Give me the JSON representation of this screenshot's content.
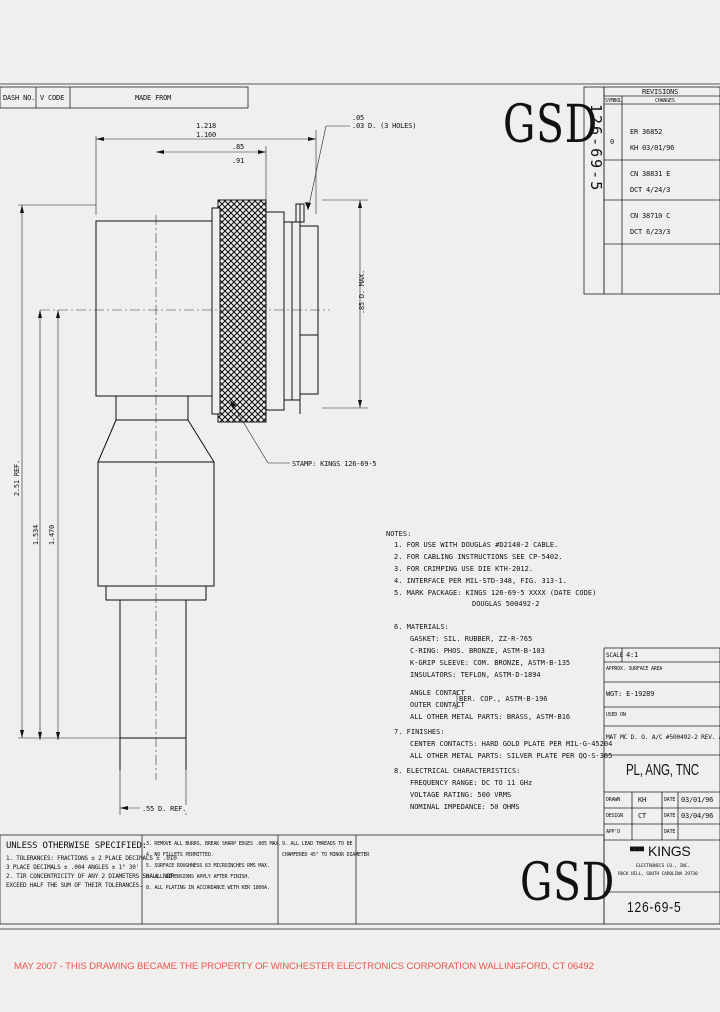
{
  "header_table": {
    "col1": "DASH NO.",
    "col2": "V CODE",
    "col3": "MADE FROM"
  },
  "logo_top": "GSD",
  "logo_bottom": "GSD",
  "part_number_vertical": "126-69-5",
  "dimensions": {
    "width_top_a": "1.218",
    "width_top_b": "1.160",
    "width_mid_a": ".85",
    "width_mid_b": ".91",
    "holes_a": ".05",
    "holes_b": ".03 D. (3 HOLES)",
    "dia_max": ".85 D. MAX.",
    "overall_ref": "2.51 REF.",
    "len_a": "1.534",
    "len_b": "1.470",
    "bottom_ref": ".55 D. REF."
  },
  "stamp_label": "STAMP: KINGS 126-69-5",
  "notes": [
    "NOTES:",
    "1. FOR USE WITH DOUGLAS #D2148-2 CABLE.",
    "2. FOR CABLING INSTRUCTIONS SEE CP-5402.",
    "3. FOR CRIMPING USE DIE KTH-2012.",
    "4. INTERFACE PER MIL-STD-348, FIG. 313-1.",
    "5. MARK PACKAGE: KINGS 126-69-5 XXXX (DATE CODE)",
    "DOUGLAS 500492-2",
    "6. MATERIALS:",
    "GASKET: SIL. RUBBER, ZZ-R-765",
    "C-RING: PHOS. BRONZE, ASTM-B-103",
    "K-GRIP SLEEVE: COM. BRONZE, ASTM-B-135",
    "INSULATORS: TEFLON, ASTM-D-1894",
    "ANGLE CONTACT",
    "OUTER CONTACT",
    "BER. COP., ASTM-B-196",
    "ALL OTHER METAL PARTS: BRASS, ASTM-B16",
    "7. FINISHES:",
    "CENTER CONTACTS: HARD GOLD PLATE PER MIL-G-45204",
    "ALL OTHER METAL PARTS: SILVER PLATE PER QQ-S-365",
    "8. ELECTRICAL CHARACTERISTICS:",
    "FREQUENCY RANGE: DC TO 11 GHz",
    "VOLTAGE RATING: 500 VRMS",
    "NOMINAL IMPEDANCE: 50 OHMS"
  ],
  "revisions": {
    "title": "REVISIONS",
    "col_sym": "SYMBOL",
    "col_changes": "CHANGES",
    "rows": [
      {
        "sym": "0",
        "line1": "ER  36852",
        "line2": "KH  03/01/96"
      },
      {
        "sym": "",
        "line1": "CN  38831  E",
        "line2": "DCT  4/24/3"
      },
      {
        "sym": "",
        "line1": "CN  38710  C",
        "line2": "DCT  6/23/3"
      }
    ]
  },
  "title_block": {
    "scale_label": "SCALE",
    "scale_value": "4:1",
    "approx_surface": "APPROX. SURFACE AREA",
    "wgt": "WGT:  E-19289",
    "used_on": "USED ON",
    "mat_line": "MAT   MC D. O. A/C #500492-2 REV. A",
    "title": "PL, ANG, TNC",
    "drawn_label": "DRAWN",
    "drawn_by": "KH",
    "drawn_date_label": "DATE",
    "drawn_date": "03/01/96",
    "design_label": "DESIGN",
    "design_by": "CT",
    "design_date_label": "DATE",
    "design_date": "03/04/96",
    "appd_label": "APP'D",
    "appd_date_label": "DATE",
    "company": "KINGS",
    "company_sub1": "ELECTRONICS CO., INC.",
    "company_sub2": "ROCK HILL, SOUTH CAROLINA 29730",
    "part_number": "126-69-5"
  },
  "unless_block": {
    "title": "UNLESS OTHERWISE SPECIFIED:",
    "lines": [
      "1. TOLERANCES: FRACTIONS ± 2 PLACE DECIMALS ± .010",
      "   3 PLACE DECIMALS ± .004   ANGLES ± 1° 30'",
      "2. TIR CONCENTRICITY OF ANY 2 DIAMETERS SHALL NOT",
      "   EXCEED HALF THE SUM OF THEIR TOLERANCES."
    ],
    "mid_lines": [
      "3. REMOVE ALL BURRS, BREAK SHARP EDGES .005 MAX.",
      "4. NO FILLETS PERMITTED.",
      "5. SURFACE ROUGHNESS 63 MICROINCHES RMS MAX.",
      "6. ALL DIMENSIONS APPLY AFTER FINISH.",
      "8. ALL PLATING IN ACCORDANCE WITH KER 1800A."
    ],
    "right_lines": [
      "9. ALL LEAD THREADS TO BE",
      "   CHAMFERED 45° TO MINOR DIAMETER"
    ]
  },
  "footer": "MAY 2007 - THIS DRAWING BECAME THE PROPERTY OF WINCHESTER ELECTRONICS CORPORATION WALLINGFORD, CT 06492"
}
